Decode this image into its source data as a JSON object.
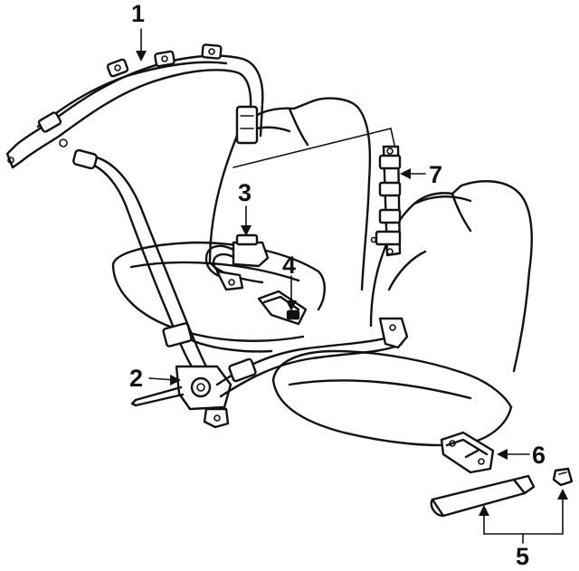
{
  "callouts": {
    "c1": "1",
    "c2": "2",
    "c3": "3",
    "c4": "4",
    "c5": "5",
    "c6": "6",
    "c7": "7"
  },
  "colors": {
    "ink": "#111111",
    "background": "#ffffff"
  }
}
